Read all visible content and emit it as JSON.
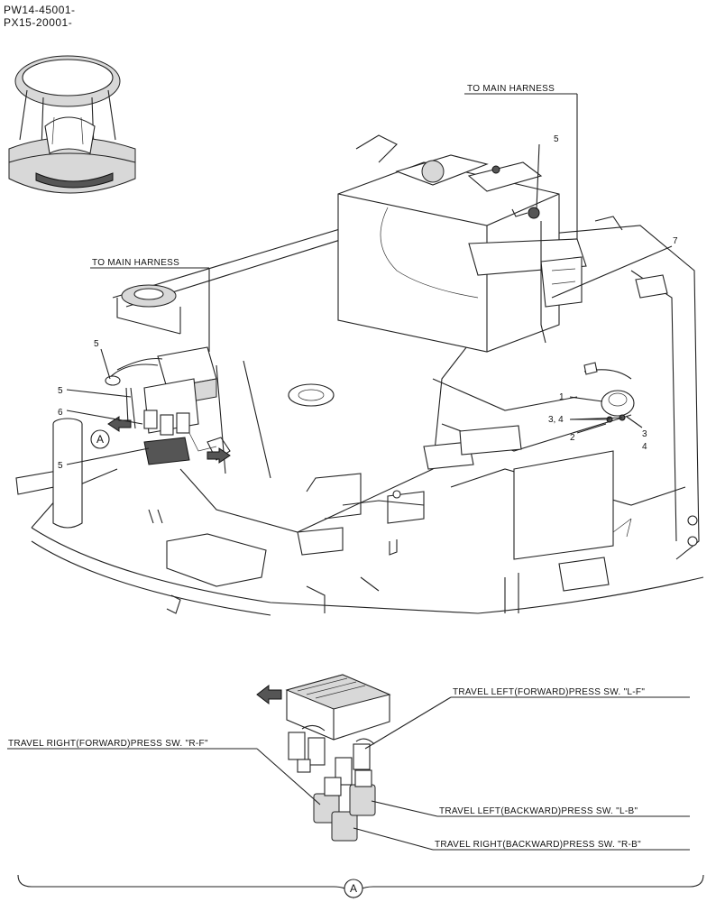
{
  "serials": [
    "PW14-45001-",
    "PX15-20001-"
  ],
  "labels": {
    "to_main_harness_upper": "TO MAIN HARNESS",
    "to_main_harness_left": "TO MAIN HARNESS",
    "detail_marker": "A",
    "detail_bottom_marker": "A"
  },
  "callouts": {
    "n1": "1",
    "n2": "2",
    "n3": "3",
    "n34": "3, 4",
    "n4": "4",
    "n5a": "5",
    "n5b": "5",
    "n5c": "5",
    "n5d": "5",
    "n6": "6",
    "n7": "7"
  },
  "detail_labels": {
    "travel_left_forward": "TRAVEL LEFT(FORWARD)PRESS SW. \"L-F\"",
    "travel_right_forward": "TRAVEL RIGHT(FORWARD)PRESS SW. \"R-F\"",
    "travel_left_backward": "TRAVEL LEFT(BACKWARD)PRESS SW. \"L-B\"",
    "travel_right_backward": "TRAVEL RIGHT(BACKWARD)PRESS SW. \"R-B\""
  }
}
